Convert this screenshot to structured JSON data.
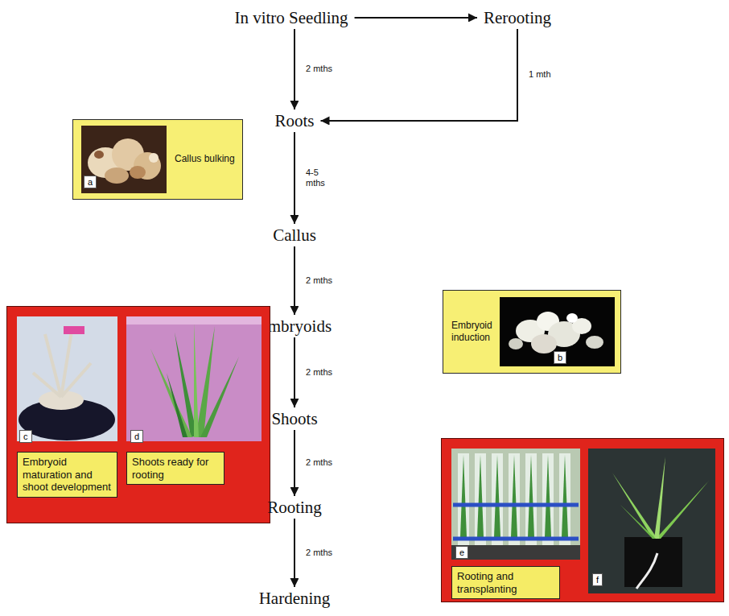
{
  "diagram": {
    "nodes": [
      {
        "text": [
          "In vitro Seedling"
        ]
      },
      {
        "text": [
          "Rerooting"
        ]
      },
      {
        "text": [
          "Roots"
        ]
      },
      {
        "text": [
          "Callus bulking"
        ]
      },
      {
        "text": [
          "Callus"
        ]
      },
      {
        "text": [
          "Embryoid induction"
        ]
      },
      {
        "text": [
          "Embryoids"
        ]
      },
      {
        "text": []
      },
      {
        "text": [
          "Embryoid maturation and shoot development"
        ],
        "in": 7
      },
      {
        "text": [
          "Shoots ready for rooting"
        ],
        "in": 7
      },
      {
        "text": [
          "Shoots"
        ]
      },
      {
        "text": [
          "Rooting"
        ]
      },
      {
        "text": []
      },
      {
        "text": [
          "Rooting and transplanting"
        ],
        "in": 12
      },
      {
        "text": [
          "Hardening"
        ]
      }
    ],
    "edges": [
      {
        "from": 0,
        "to": 1,
        "arrow": "to"
      },
      {
        "from": 0,
        "to": 2,
        "label": "2 mths",
        "arrow": "to"
      },
      {
        "from": 1,
        "to": 2,
        "label": "1 mth",
        "arrow": "to"
      },
      {
        "from": 2,
        "to": 4,
        "label": "4-5 mths",
        "arrow": "to"
      },
      {
        "from": 4,
        "to": 6,
        "label": "2 mths",
        "arrow": "to"
      },
      {
        "from": 6,
        "to": 10,
        "label": "2 mths",
        "arrow": "to"
      },
      {
        "from": 10,
        "to": 11,
        "label": "2 mths",
        "arrow": "to"
      },
      {
        "from": 11,
        "to": 14,
        "label": "2 mths",
        "arrow": "to"
      }
    ],
    "labels": [
      "a",
      "b",
      "c",
      "d",
      "e",
      "f"
    ]
  }
}
